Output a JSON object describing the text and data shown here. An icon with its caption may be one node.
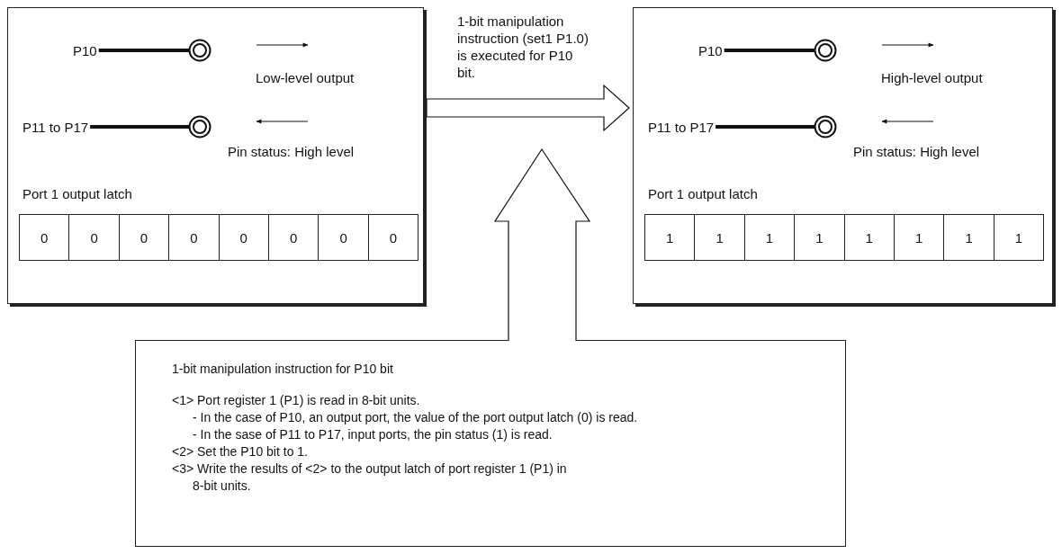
{
  "diagram": {
    "nodes": [
      {
        "text": [],
        "shape": "box"
      },
      {
        "text": [
          "P10"
        ],
        "in": 0
      },
      {
        "text": [],
        "shape": "circle",
        "in": 0
      },
      {
        "text": [
          "P11 to P17"
        ],
        "in": 0
      },
      {
        "text": [],
        "shape": "circle",
        "in": 0
      },
      {
        "text": [
          "Port 1 output latch"
        ],
        "in": 0
      },
      {
        "text": [
          "0"
        ],
        "in": 5
      },
      {
        "text": [
          "0"
        ],
        "in": 5
      },
      {
        "text": [
          "0"
        ],
        "in": 5
      },
      {
        "text": [
          "0"
        ],
        "in": 5
      },
      {
        "text": [
          "0"
        ],
        "in": 5
      },
      {
        "text": [
          "0"
        ],
        "in": 5
      },
      {
        "text": [
          "0"
        ],
        "in": 5
      },
      {
        "text": [
          "0"
        ],
        "in": 5
      },
      {
        "text": [],
        "shape": "box"
      },
      {
        "text": [
          "P10"
        ],
        "in": 14
      },
      {
        "text": [],
        "shape": "circle",
        "in": 14
      },
      {
        "text": [
          "P11 to P17"
        ],
        "in": 14
      },
      {
        "text": [],
        "shape": "circle",
        "in": 14
      },
      {
        "text": [
          "Port 1 output latch"
        ],
        "in": 14
      },
      {
        "text": [
          "1"
        ],
        "in": 19
      },
      {
        "text": [
          "1"
        ],
        "in": 19
      },
      {
        "text": [
          "1"
        ],
        "in": 19
      },
      {
        "text": [
          "1"
        ],
        "in": 19
      },
      {
        "text": [
          "1"
        ],
        "in": 19
      },
      {
        "text": [
          "1"
        ],
        "in": 19
      },
      {
        "text": [
          "1"
        ],
        "in": 19
      },
      {
        "text": [
          "1"
        ],
        "in": 19
      },
      {
        "text": [
          "1-bit manipulation instruction for P10 bit",
          "<1> Port register 1 (P1) is read in 8-bit units.",
          "- In the case of P10, an output port, the value of the port output latch (0) is read.",
          "- In the sase of P11 to P17, input ports, the pin status (1) is read.",
          "<2> Set the P10 bit to 1.",
          "<3> Write the results of <2> to the output latch of port register 1 (P1) in 8-bit units."
        ]
      }
    ],
    "edges": [
      {
        "from": 1,
        "to": 2,
        "arrow": "none"
      },
      {
        "from": 3,
        "to": 4,
        "arrow": "none"
      },
      {
        "from": 15,
        "to": 16,
        "arrow": "none"
      },
      {
        "from": 17,
        "to": 18,
        "arrow": "none"
      },
      {
        "from": 0,
        "to": 14,
        "arrow": "to",
        "label": "1-bit manipulation instruction (set1 P1.0) is executed for P10 bit."
      },
      {
        "from": 28,
        "to": null,
        "arrow": "to"
      }
    ],
    "labels": [
      "Low-level output",
      "Pin status: High level",
      "High-level output",
      "Pin status: High level"
    ]
  }
}
